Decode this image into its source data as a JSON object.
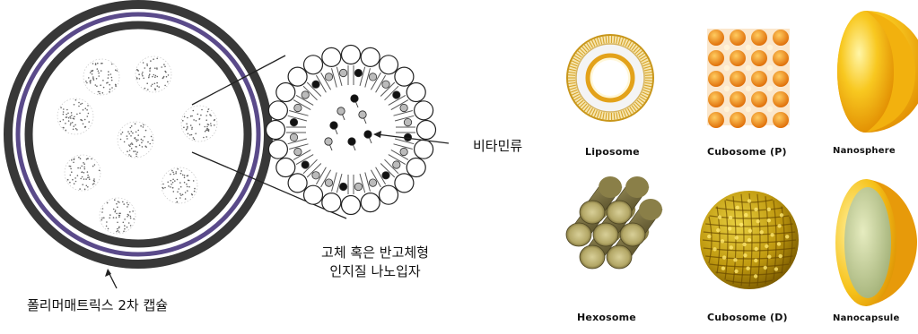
{
  "left_diagram": {
    "vitamin_label": "비타민류",
    "particle_label_line1": "고체 혹은 반고체형",
    "particle_label_line2": "인지질 나노입자",
    "capsule_label": "폴리머매트릭스 2차 캡슐"
  },
  "nanostructures": {
    "items": [
      {
        "label": "Liposome",
        "icon": "liposome-ring"
      },
      {
        "label": "Cubosome (P)",
        "icon": "cubosome-p-grid"
      },
      {
        "label": "Nanosphere",
        "icon": "nanosphere-half-sphere"
      },
      {
        "label": "Hexosome",
        "icon": "hexosome-rod-bundle"
      },
      {
        "label": "Cubosome (D)",
        "icon": "cubosome-d-sphere"
      },
      {
        "label": "Nanocapsule",
        "icon": "nanocapsule-half-shell"
      }
    ]
  },
  "colors": {
    "ring_dark": "#3a3a3a",
    "ring_purple": "#5a4a8a",
    "gold": "#d9a520",
    "orange": "#ee8a10",
    "yellow": "#f6c21a",
    "rod_olive": "#6e6434"
  }
}
